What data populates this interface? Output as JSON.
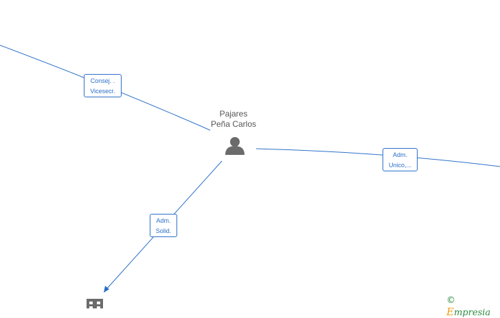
{
  "center_person": {
    "name_line1": "Pajares",
    "name_line2": "Peña Carlos",
    "icon": "person-icon"
  },
  "edges": [
    {
      "id": "top-left",
      "label_line1": "Consej. .",
      "label_line2": "Vicesecr."
    },
    {
      "id": "right",
      "label_line1": "Adm.",
      "label_line2": "Unico,..."
    },
    {
      "id": "bottom-left",
      "label_line1": "Adm.",
      "label_line2": "Solid."
    }
  ],
  "company_node": {
    "icon": "building-icon"
  },
  "watermark": {
    "copyright_symbol": "©",
    "brand_initial": "E",
    "brand_rest": "mpresia"
  },
  "colors": {
    "edge": "#2a6fc9",
    "node_icon": "#6b6b6b",
    "name_text": "#555555"
  }
}
